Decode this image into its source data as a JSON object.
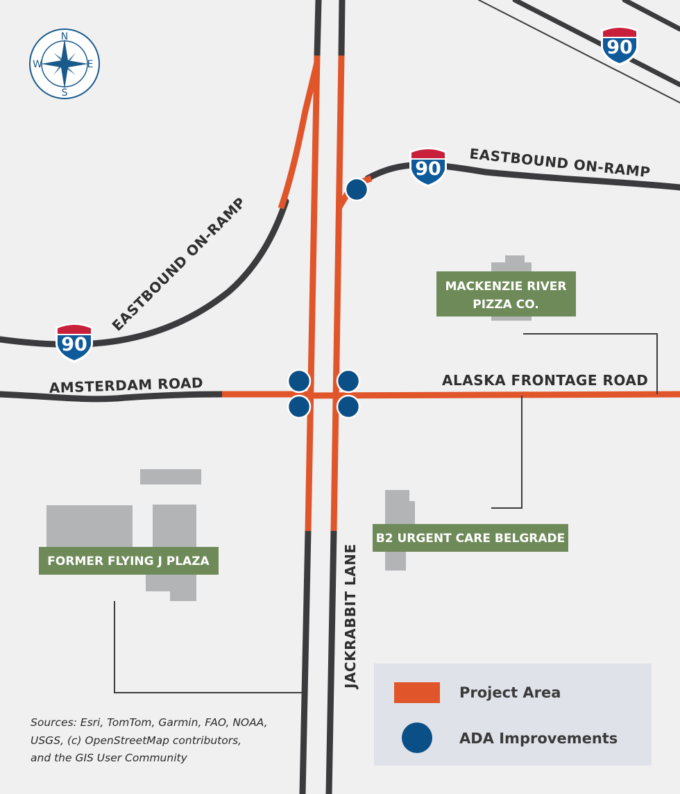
{
  "map": {
    "road_labels": {
      "eastbound_on_ramp_west": "EASTBOUND ON-RAMP",
      "eastbound_on_ramp_east": "EASTBOUND ON-RAMP",
      "amsterdam_road": "AMSTERDAM ROAD",
      "alaska_frontage_road": "ALASKA FRONTAGE ROAD",
      "jackrabbit_lane": "JACKRABBIT LANE"
    },
    "interstate_shields": [
      {
        "number": "90",
        "location": "top-right"
      },
      {
        "number": "90",
        "location": "eastbound-on-ramp-east"
      },
      {
        "number": "90",
        "location": "eastbound-on-ramp-west"
      }
    ],
    "places": {
      "mackenzie_river_line1": "MACKENZIE RIVER",
      "mackenzie_river_line2": "PIZZA CO.",
      "b2_urgent_care": "B2 URGENT CARE BELGRADE",
      "former_flying_j": "FORMER FLYING J PLAZA"
    },
    "compass": {
      "n": "N",
      "s": "S",
      "e": "E",
      "w": "W"
    },
    "ada_improvement_count": 5
  },
  "legend": {
    "items": [
      {
        "label": "Project Area",
        "symbol": "orange-rectangle",
        "color": "#e0552a"
      },
      {
        "label": "ADA Improvements",
        "symbol": "blue-circle",
        "color": "#0a4f86"
      }
    ]
  },
  "sources": {
    "line1": "Sources:  Esri, TomTom, Garmin, FAO, NOAA,",
    "line2": "USGS, (c) OpenStreetMap contributors,",
    "line3": "and the GIS User Community"
  },
  "colors": {
    "road": "#3b3b3e",
    "project_area": "#e0552a",
    "ada": "#0a4f86",
    "label_box": "#6e8a58",
    "building": "#b3b4b6",
    "shield_red": "#c8203a",
    "shield_blue": "#0f5a9a"
  }
}
